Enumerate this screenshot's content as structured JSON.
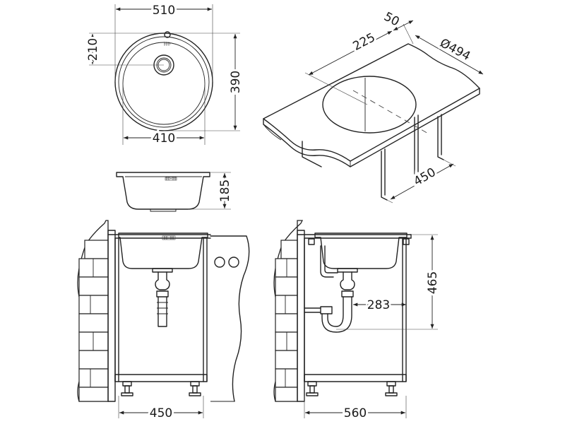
{
  "top_view": {
    "width_outer": "510",
    "width_bowl": "410",
    "height_outer": "390",
    "tap_offset": "210"
  },
  "side_view": {
    "depth": "185",
    "overflow_label": "00•00"
  },
  "countertop_view": {
    "edge_offset": "50",
    "center_offset": "225",
    "cutout_diameter": "Ø494",
    "cabinet_depth": "450"
  },
  "front_install_view": {
    "cabinet_width": "450",
    "overflow_label": "00•00"
  },
  "side_install_view": {
    "cabinet_depth": "560",
    "drain_offset": "283",
    "height": "465"
  }
}
